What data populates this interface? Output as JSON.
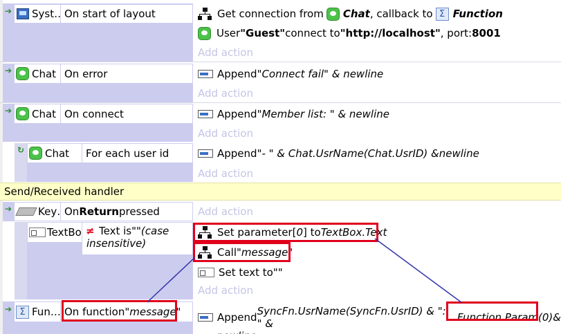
{
  "events": [
    {
      "object": "Syst…",
      "condition": "On start of layout",
      "actions": [
        {
          "pre": "Get connection from ",
          "obj": "Chat",
          "mid": ", callback to ",
          "obj2": "Function"
        },
        {
          "pre": "User ",
          "user": "\"Guest\"",
          "mid": " connect to ",
          "url": "\"http://localhost\"",
          "post": ", port: ",
          "port": "8001"
        }
      ],
      "add_action": "Add action"
    },
    {
      "object": "Chat",
      "condition": "On error",
      "actions": [
        {
          "pre": "Append ",
          "str": "\"Connect fail\" & newline"
        }
      ],
      "add_action": "Add action"
    },
    {
      "object": "Chat",
      "condition": "On connect",
      "actions": [
        {
          "pre": "Append ",
          "str": "\"Member list: \" & newline"
        }
      ],
      "add_action": "Add action"
    },
    {
      "object": "Chat",
      "condition": "For each user id",
      "actions": [
        {
          "pre": "Append ",
          "str": "\"- \" & Chat.UsrName(Chat.UsrID) &newline"
        }
      ],
      "add_action": "Add action"
    },
    {
      "group": "Send/Received handler"
    },
    {
      "object": "Key…",
      "condition_pre": "On ",
      "condition_bold": "Return",
      "condition_post": " pressed",
      "add_action": "Add action"
    },
    {
      "object": "TextBox",
      "condition_pre": "Text is ",
      "condition_q": "\"\"",
      "condition_italic_a": " (case",
      "condition_italic_b": "insensitive)",
      "actions": [
        {
          "pre": "Set parameter[",
          "idx": "0",
          "mid": "] to ",
          "expr": "TextBox.Text"
        },
        {
          "pre": "Call ",
          "str": "\"message\""
        },
        {
          "pre": "Set text to ",
          "str": "\"\""
        }
      ],
      "add_action": "Add action"
    },
    {
      "object": "Fun…",
      "condition_pre": "On function ",
      "condition_str": "\"message\"",
      "actions": [
        {
          "pre": "Append ",
          "expr_a": "SyncFn.UsrName(SyncFn.UsrID) & \": \" & ",
          "expr_hl": "Function.Param(0)",
          "expr_b": " &",
          "expr_c": "newline"
        }
      ]
    }
  ],
  "colors": {
    "highlight": "#e0001b",
    "connector": "#3333aa",
    "group_bg": "#ffffc8",
    "row_bg": "#ccccef"
  }
}
